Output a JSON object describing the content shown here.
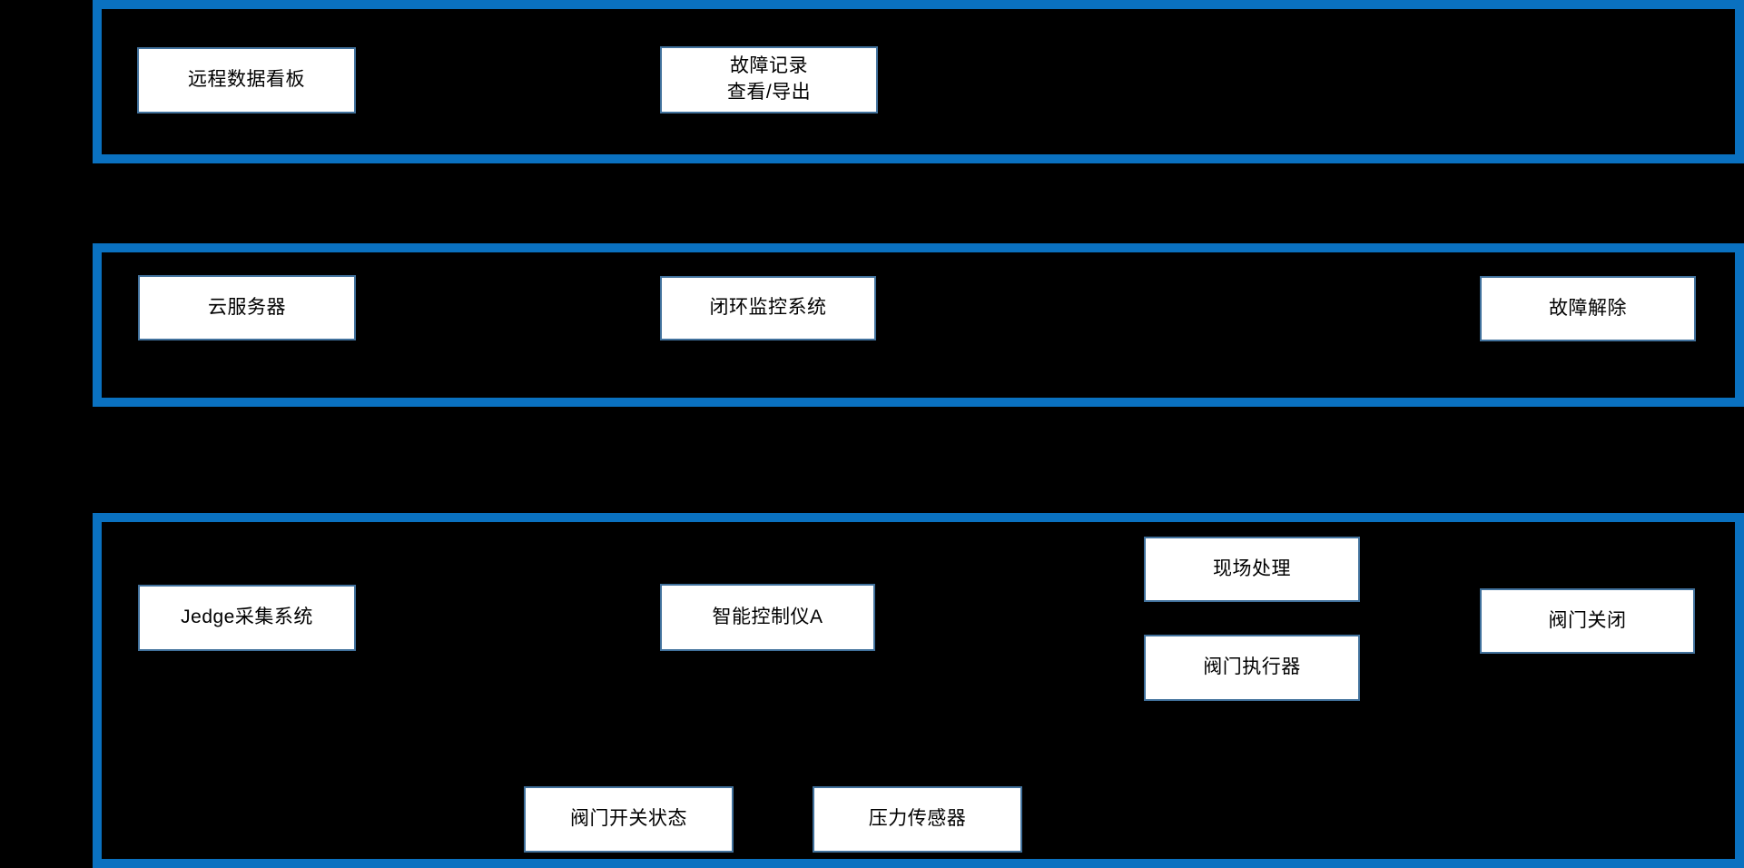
{
  "colors": {
    "background": "#000000",
    "band_border": "#0a71c0",
    "box_border": "#41719c",
    "box_fill": "#ffffff",
    "text_color": "#000000"
  },
  "diagram": {
    "type": "layered-architecture",
    "bands": [
      {
        "name": "top-layer",
        "boxes": [
          {
            "label": "远程数据看板"
          },
          {
            "label": "故障记录\n查看/导出"
          }
        ]
      },
      {
        "name": "middle-layer",
        "boxes": [
          {
            "label": "云服务器"
          },
          {
            "label": "闭环监控系统"
          },
          {
            "label": "故障解除"
          }
        ]
      },
      {
        "name": "bottom-layer",
        "boxes": [
          {
            "label": "Jedge采集系统"
          },
          {
            "label": "智能控制仪A"
          },
          {
            "label": "现场处理"
          },
          {
            "label": "阀门执行器"
          },
          {
            "label": "阀门关闭"
          },
          {
            "label": "阀门开关状态"
          },
          {
            "label": "压力传感器"
          }
        ]
      }
    ]
  }
}
